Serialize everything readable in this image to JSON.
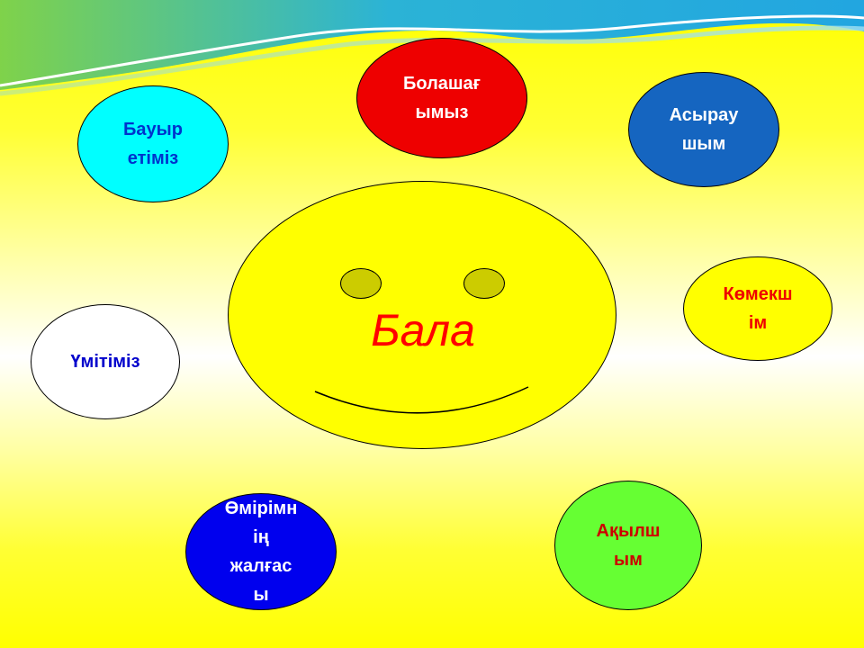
{
  "center": {
    "label": "Бала"
  },
  "bubbles": {
    "bolashak": {
      "line1": "Болашағ",
      "line2": "ымыз"
    },
    "bauyr": {
      "line1": "Бауыр",
      "line2": "етіміз"
    },
    "asyrau": {
      "line1": "Асырау",
      "line2": "шым"
    },
    "komek": {
      "line1": "Көмекш",
      "line2": "ім"
    },
    "umit": {
      "line1": "Үмітіміз"
    },
    "omir": {
      "line1": "Өмірімн",
      "line2": "ің",
      "line3": "жалғас",
      "line4": "ы"
    },
    "akyl": {
      "line1": "Ақылш",
      "line2": "ым"
    }
  },
  "colors": {
    "bolashak_fill": "#ee0000",
    "bolashak_text": "#ffffff",
    "bauyr_fill": "#00ffff",
    "bauyr_text": "#0033cc",
    "asyrau_fill": "#1565c0",
    "asyrau_text": "#ffffff",
    "komek_fill": "#ffff00",
    "komek_text": "#ee0000",
    "umit_fill": "#ffffff",
    "umit_text": "#0000cc",
    "omir_fill": "#0000ee",
    "omir_text": "#ffffff",
    "akyl_fill": "#66ff33",
    "akyl_text": "#cc0000"
  }
}
